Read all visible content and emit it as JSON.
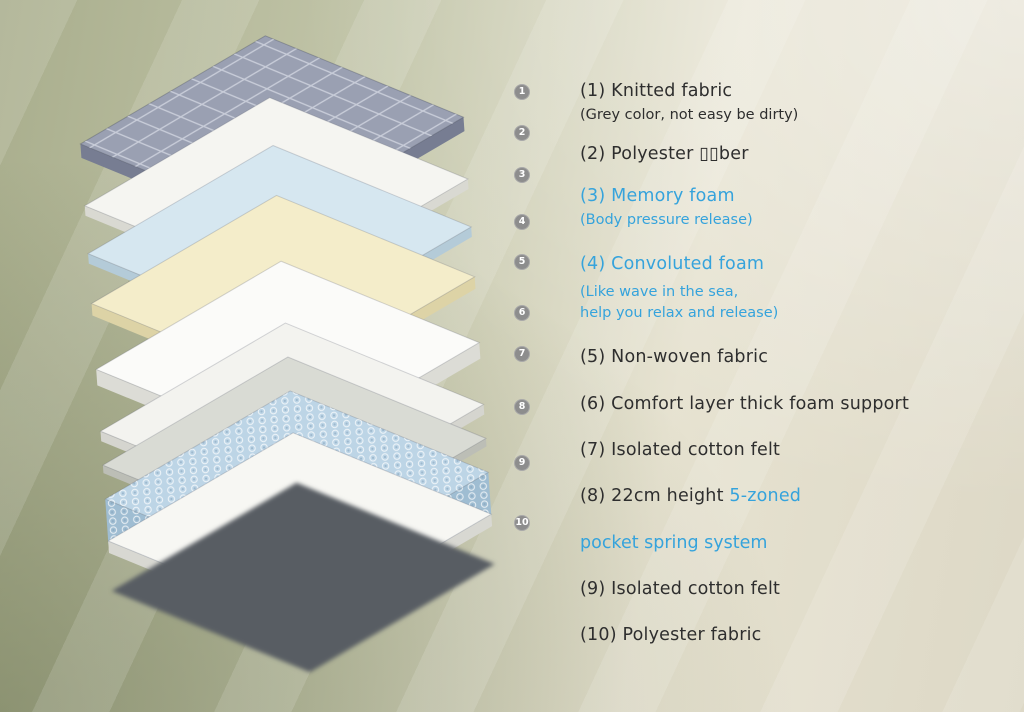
{
  "title": "Mattress layers infographic",
  "colors": {
    "text_dark": "#2e2e2e",
    "text_blue": "#35a3dc",
    "marker_bg": "#8d8d8d",
    "marker_text": "#ffffff"
  },
  "diagram": {
    "markers": [
      "1",
      "2",
      "3",
      "4",
      "5",
      "6",
      "7",
      "8",
      "9",
      "10"
    ],
    "layers": [
      {
        "name": "knitted-fabric",
        "color": "#9aa0b2",
        "side": "#777d92"
      },
      {
        "name": "polyester-fiber",
        "color": "#f5f5f1",
        "side": "#d9d9d2"
      },
      {
        "name": "memory-foam",
        "color": "#d6e7f0",
        "side": "#b4cbd8"
      },
      {
        "name": "convoluted-foam",
        "color": "#f4edca",
        "side": "#ddd3a6"
      },
      {
        "name": "non-woven-fabric",
        "color": "#fbfbf9",
        "side": "#dcdcd6"
      },
      {
        "name": "comfort-layer-foam",
        "color": "#f3f3ef",
        "side": "#d5d5cf"
      },
      {
        "name": "isolated-cotton-felt",
        "color": "#d9dbd4",
        "side": "#bcbeb6"
      },
      {
        "name": "pocket-spring-system",
        "color": "#bdd5e6",
        "side": "#9fbdd2"
      },
      {
        "name": "isolated-cotton-felt-2",
        "color": "#f7f7f3",
        "side": "#d8d8d2"
      },
      {
        "name": "polyester-fabric",
        "color": "#585d64",
        "side": "#585d64"
      }
    ]
  },
  "legend": {
    "items": [
      {
        "main": "(1)  Knitted fabric",
        "sub": "(Grey color, not easy be dirty)"
      },
      {
        "main": "(2)  Polyester ▯▯ber"
      },
      {
        "main": "(3)  Memory foam",
        "sub": "(Body pressure release)"
      },
      {
        "main": "(4) Convoluted foam",
        "sub": "(Like wave in the sea,",
        "sub2": "help you relax and release)"
      },
      {
        "main": "(5) Non-woven fabric"
      },
      {
        "main": "(6) Comfort layer thick foam support"
      },
      {
        "main": "(7) Isolated cotton felt"
      },
      {
        "main": "(8) 22cm height ",
        "main_blue": "5-zoned",
        "line2": "pocket spring system"
      },
      {
        "main": "(9) Isolated cotton felt"
      },
      {
        "main": "(10) Polyester fabric"
      }
    ]
  }
}
